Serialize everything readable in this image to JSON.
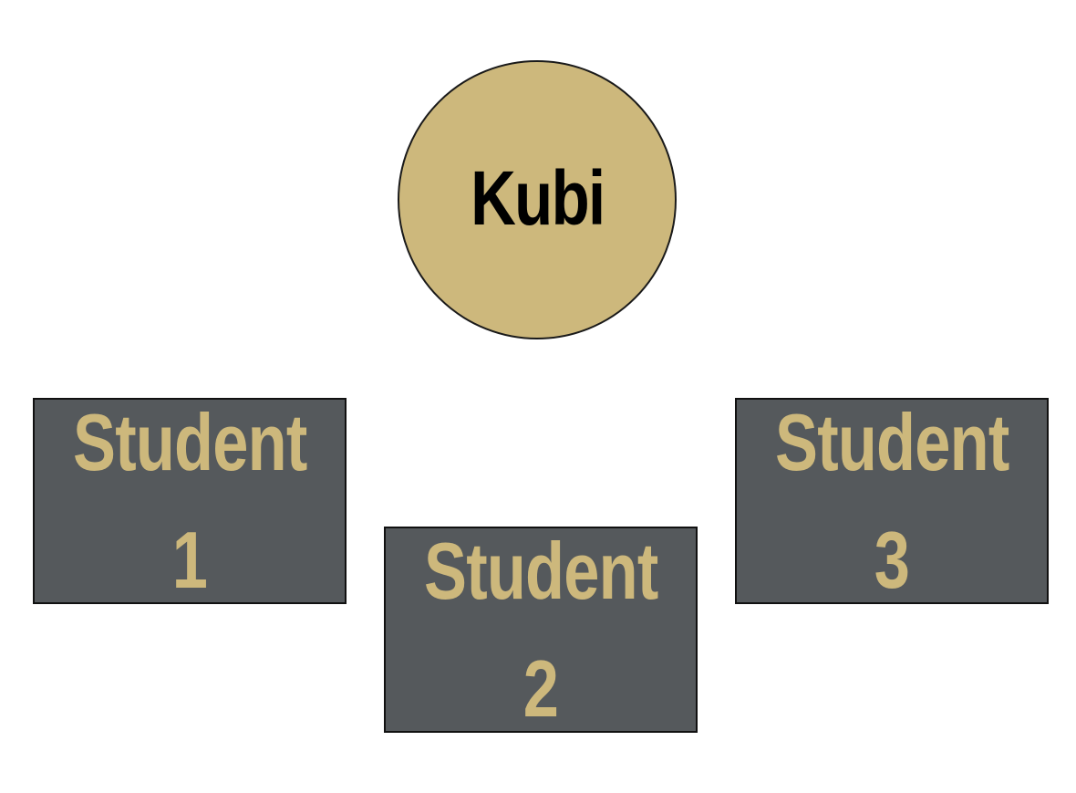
{
  "colors": {
    "gold": "#cdb87c",
    "slate": "#55595c",
    "text_dark": "#000000"
  },
  "kubi": {
    "label": "Kubi"
  },
  "students": [
    {
      "word": "Student",
      "number": "1"
    },
    {
      "word": "Student",
      "number": "2"
    },
    {
      "word": "Student",
      "number": "3"
    }
  ]
}
